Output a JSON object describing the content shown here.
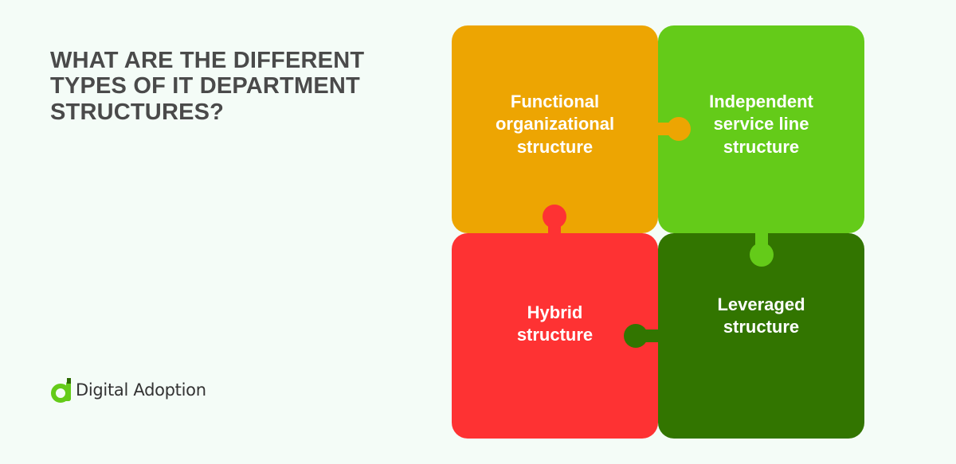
{
  "title_lines": [
    "WHAT ARE THE DIFFERENT",
    "TYPES OF IT DEPARTMENT",
    "STRUCTURES?"
  ],
  "brand": {
    "name": "Digital Adoption",
    "logo_icon": "digital-adoption-logo-icon",
    "logo_color": "#64cb19"
  },
  "pieces": {
    "functional": {
      "lines": [
        "Functional",
        "organizational",
        "structure"
      ],
      "color": "#eda502"
    },
    "independent": {
      "lines": [
        "Independent",
        "service line",
        "structure"
      ],
      "color": "#64cb19"
    },
    "hybrid": {
      "lines": [
        "Hybrid",
        "structure"
      ],
      "color": "#fe3233"
    },
    "leveraged": {
      "lines": [
        "Leveraged",
        "structure"
      ],
      "color": "#327500"
    }
  },
  "colors": {
    "background": "#f4fcf7",
    "title": "#4a4a4a"
  }
}
